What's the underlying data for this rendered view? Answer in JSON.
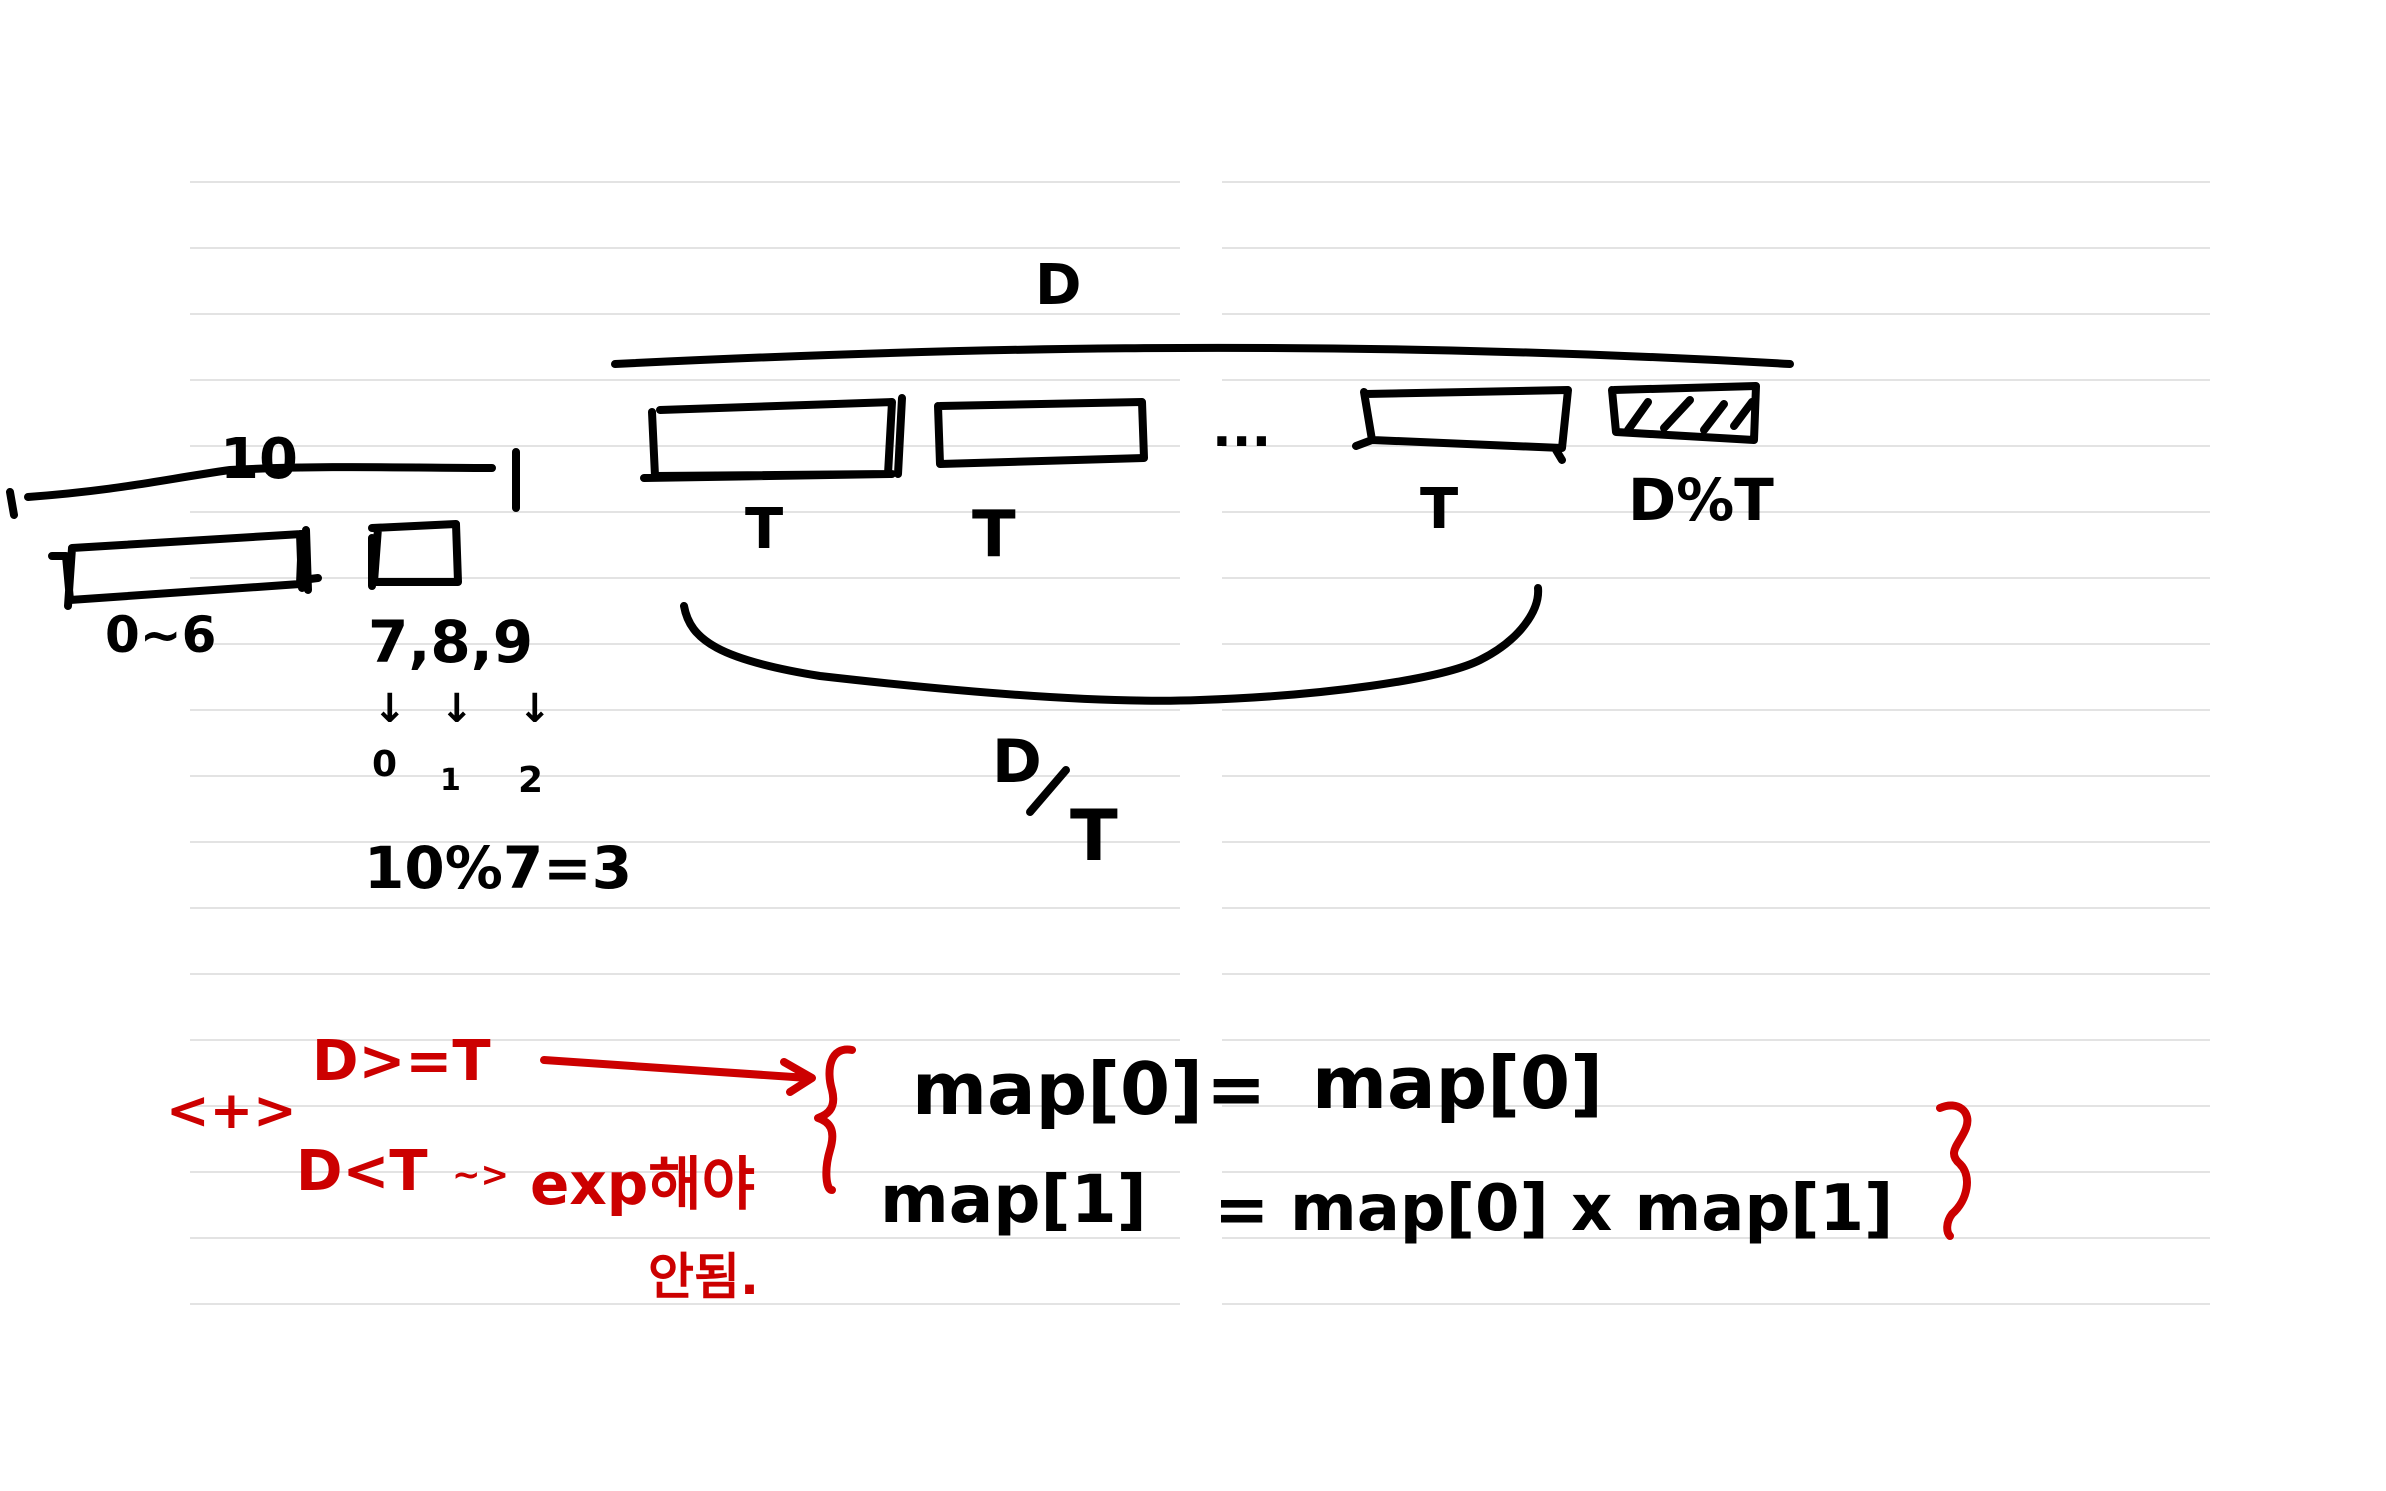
{
  "left_sketch": {
    "span_label": "10",
    "range_label": "0~6",
    "remainder_values": "7,8,9",
    "arrows": [
      "↓",
      "↓",
      "↓"
    ],
    "mapped_indices": [
      "0",
      "1",
      "2"
    ],
    "modulo_equation": "10%7=3"
  },
  "right_sketch": {
    "total_label": "D",
    "block_labels": [
      "T",
      "T",
      "T"
    ],
    "ellipsis": "...",
    "remainder_label": "D%T",
    "quotient_numerator": "D",
    "quotient_denominator": "T"
  },
  "notes": {
    "marker": "<+>",
    "condition_ge": "D>=T",
    "condition_lt": "D<T",
    "arrow_glyph": "~>",
    "condition_lt_note": "exp해야",
    "condition_lt_note_cont": "안됨.",
    "eq1_lhs": "map[0]",
    "eq1_eq": "=",
    "eq1_rhs": "map[0]",
    "eq2_lhs": "map[1]",
    "eq2_eq": "=",
    "eq2_rhs": "map[0] x map[1]"
  },
  "colors": {
    "ink": "#000000",
    "red_ink": "#cc0000",
    "ruled_line": "#e3e3e3"
  }
}
